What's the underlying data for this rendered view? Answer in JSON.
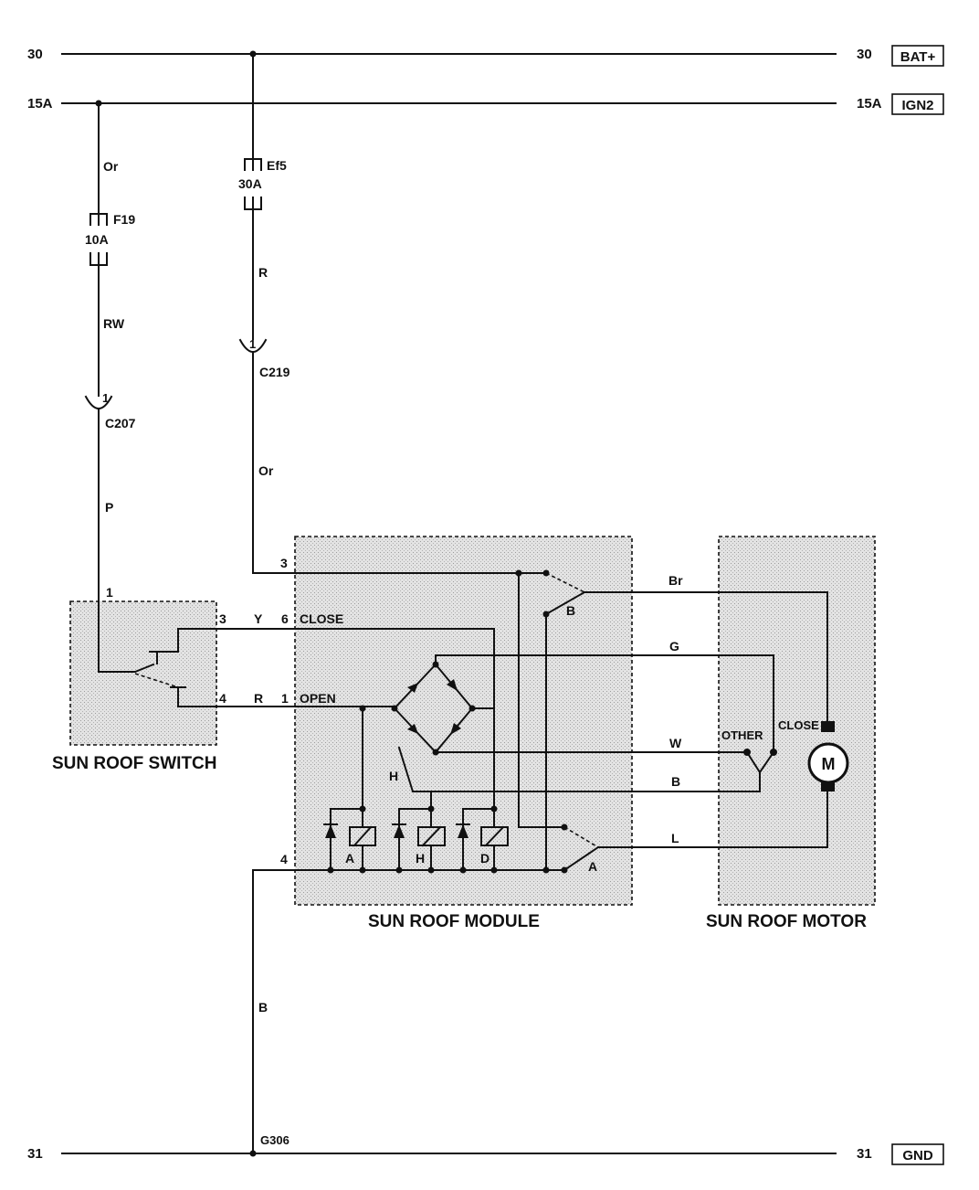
{
  "rails": {
    "bat": {
      "left_label": "30",
      "right_label": "30",
      "tag": "BAT+"
    },
    "ign": {
      "left_label": "15A",
      "right_label": "15A",
      "tag": "IGN2"
    },
    "gnd": {
      "left_label": "31",
      "right_label": "31",
      "tag": "GND"
    }
  },
  "fuses": {
    "f19": {
      "name": "F19",
      "rating": "10A"
    },
    "ef5": {
      "name": "Ef5",
      "rating": "30A"
    }
  },
  "connectors": {
    "c207": {
      "name": "C207",
      "pin": "1"
    },
    "c219": {
      "name": "C219",
      "pin": "1"
    }
  },
  "wires": {
    "ign_to_f19": "Or",
    "f19_to_c207": "RW",
    "c207_to_switch": "P",
    "ef5_to_c219": "R",
    "c219_to_module": "Or",
    "switch_close": "Y",
    "switch_open": "R",
    "motor_br": "Br",
    "motor_g": "G",
    "motor_w": "W",
    "motor_b": "B",
    "motor_l": "L",
    "ground": "B"
  },
  "ground_point": "G306",
  "switch": {
    "title": "SUN ROOF SWITCH",
    "pin_feed": "1",
    "pin_close": "3",
    "pin_open": "4"
  },
  "module": {
    "title": "SUN ROOF MODULE",
    "pin_battery": "3",
    "pin_close": "6",
    "label_close": "CLOSE",
    "pin_open": "1",
    "label_open": "OPEN",
    "pin_ground": "4",
    "path_h": "H",
    "relay_a": "A",
    "relay_h": "H",
    "relay_d": "D",
    "contact_a": "A",
    "contact_b": "B"
  },
  "motor": {
    "title": "SUN ROOF MOTOR",
    "terminal_other": "OTHER",
    "terminal_close": "CLOSE",
    "symbol": "M"
  },
  "colors": {
    "line": "#111111",
    "box_fill": "#dcdcdc",
    "background": "#ffffff"
  }
}
